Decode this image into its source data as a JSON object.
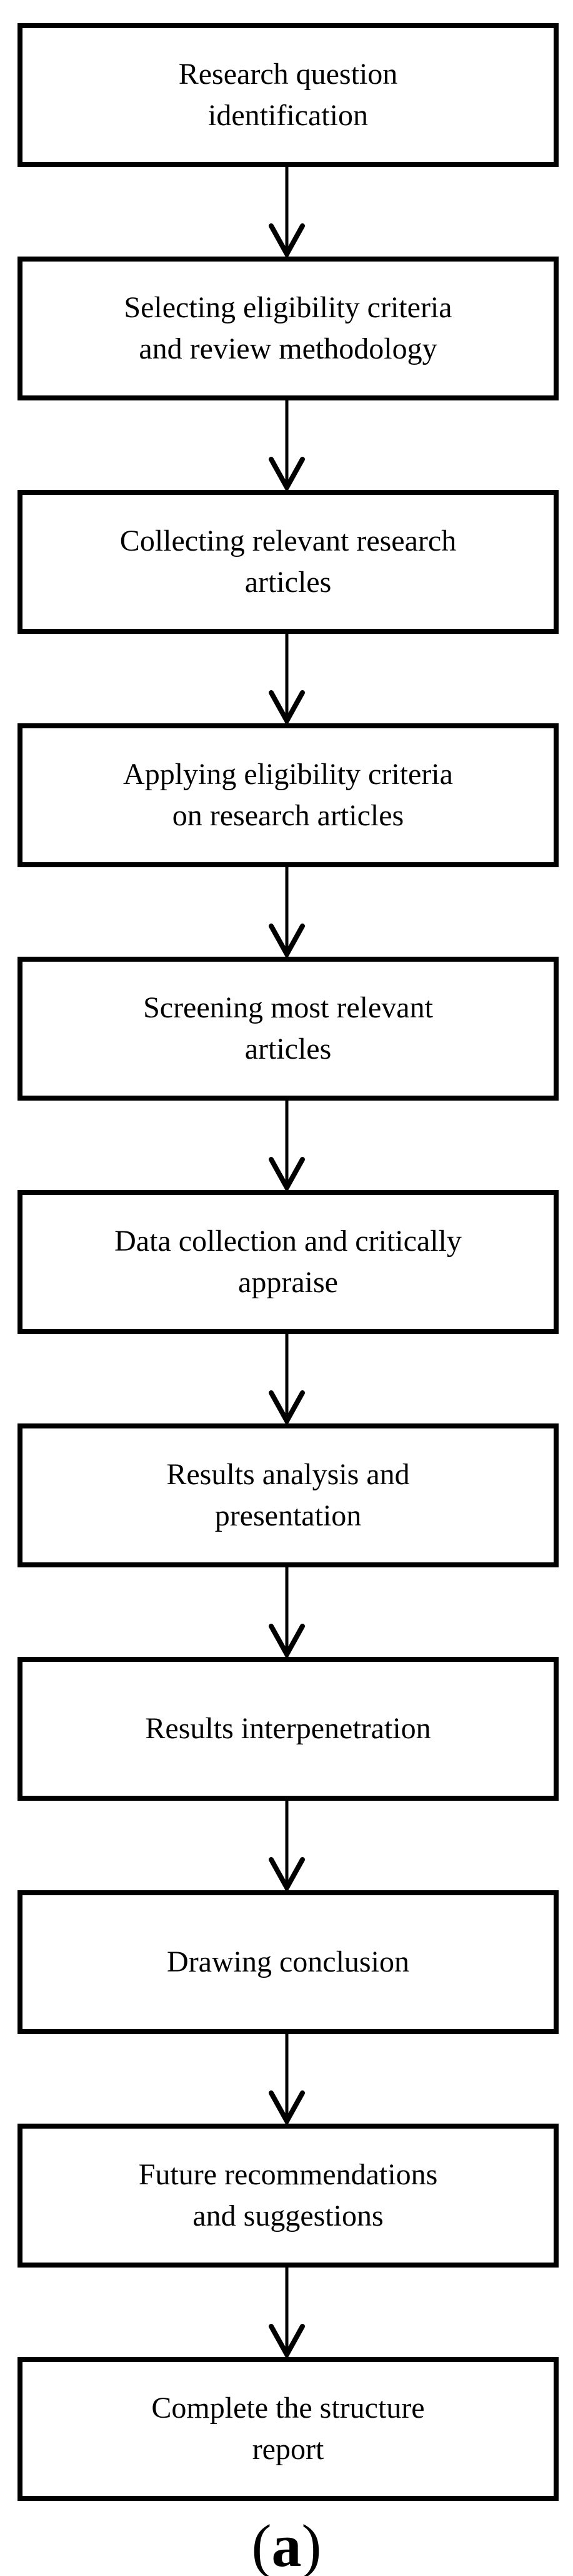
{
  "colors": {
    "ink": "#000000",
    "paper": "#ffffff"
  },
  "flowchart": {
    "steps": [
      {
        "label": "Research question\nidentification"
      },
      {
        "label": "Selecting eligibility criteria\nand review methodology"
      },
      {
        "label": "Collecting relevant research\narticles"
      },
      {
        "label": "Applying eligibility criteria\non research articles"
      },
      {
        "label": "Screening most relevant\narticles"
      },
      {
        "label": "Data collection and critically\nappraise"
      },
      {
        "label": "Results analysis and\npresentation"
      },
      {
        "label": "Results interpenetration"
      },
      {
        "label": "Drawing conclusion"
      },
      {
        "label": "Future recommendations\nand suggestions"
      },
      {
        "label": "Complete the structure\nreport"
      }
    ]
  },
  "caption": {
    "open": "(",
    "letter": "a",
    "close": ")"
  }
}
